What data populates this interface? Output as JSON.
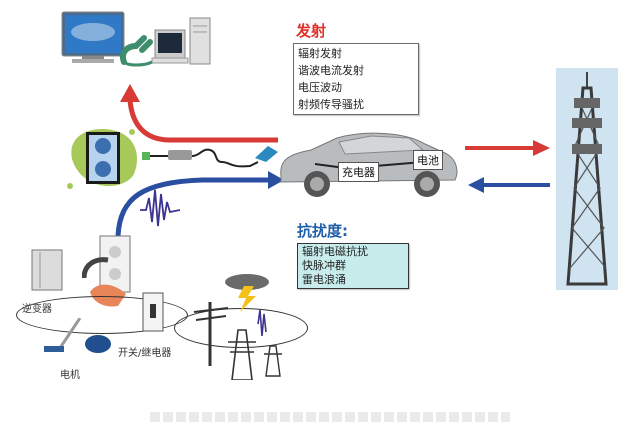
{
  "emission": {
    "heading": "发射",
    "heading_color": "#e0302a",
    "items": [
      "辐射发射",
      "谐波电流发射",
      "电压波动",
      "射频传导骚扰"
    ]
  },
  "immunity": {
    "heading": "抗扰度:",
    "heading_color": "#1f5fa8",
    "box_color": "#c8ecec",
    "items": [
      "辐射电磁抗扰",
      "快脉冲群",
      "雷电浪涌"
    ]
  },
  "vehicle": {
    "charger_label": "充电器",
    "battery_label": "电池"
  },
  "sources": {
    "inverter_label": "逆变器",
    "switch_relay_label": "开关/继电器",
    "motor_label": "电机"
  },
  "arrows": {
    "emission_color": "#d83a36",
    "immunity_color": "#2a4fa0"
  },
  "icons": [
    "computer-tv-icon",
    "power-plug-icon",
    "wall-outlet-icon",
    "ev-car-icon",
    "telecom-tower-icon",
    "inverter-icon",
    "vacuum-motor-icon",
    "wall-switch-icon",
    "power-pylon-icon",
    "lightning-cloud-icon",
    "noise-waveform-icon"
  ]
}
